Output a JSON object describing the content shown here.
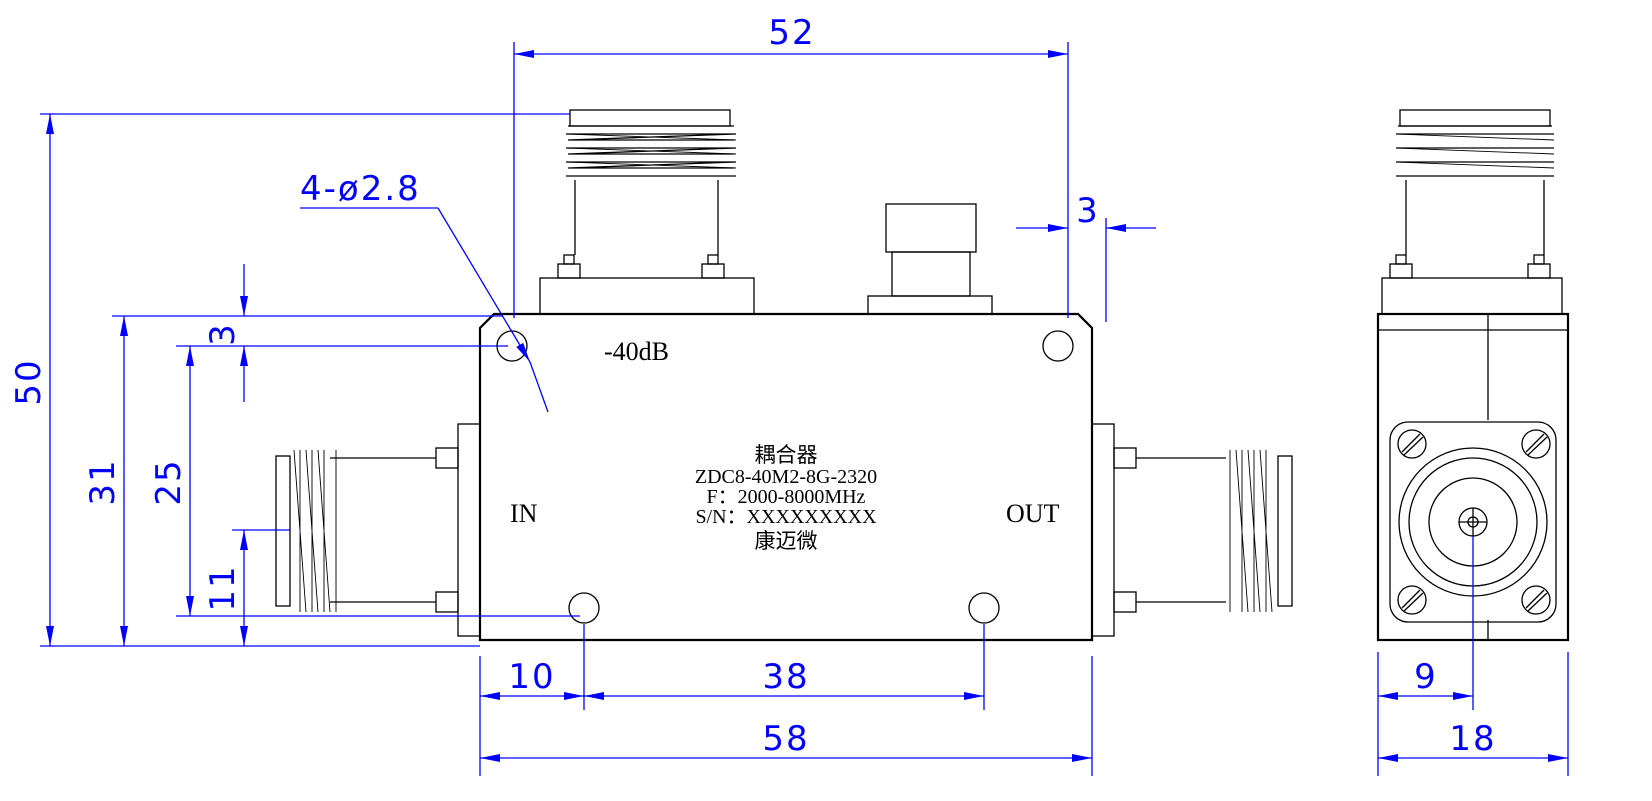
{
  "dimensions": {
    "width_top": "52",
    "hole_spec": "4-ø2.8",
    "offset_right": "3",
    "height_total": "50",
    "height_body": "31",
    "hole_spacing_v": "25",
    "offset_top": "3",
    "connector_height": "11",
    "hole_offset_left": "10",
    "hole_spacing_h": "38",
    "width_body": "58",
    "side_center": "9",
    "side_width": "18"
  },
  "labels": {
    "coupling": "-40dB",
    "input": "IN",
    "output": "OUT"
  },
  "nameplate": {
    "name": "耦合器",
    "model": "ZDC8-40M2-8G-2320",
    "frequency": "F：2000-8000MHz",
    "serial": "S/N：XXXXXXXXX",
    "maker": "康迈微"
  }
}
